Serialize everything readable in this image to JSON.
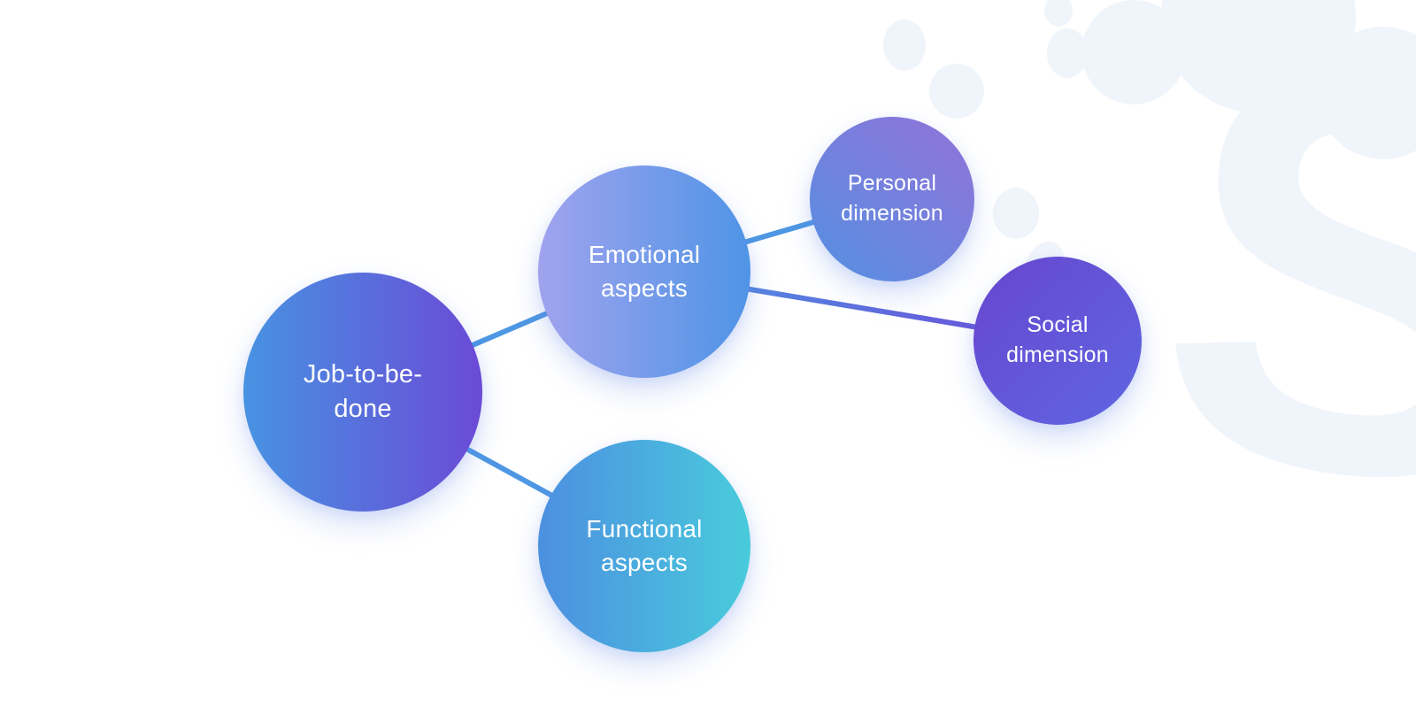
{
  "page": {
    "background": "#ffffff"
  },
  "diagram": {
    "type": "mindmap",
    "nodes": [
      {
        "id": "job-to-be-done",
        "label": "Job-to-be-\ndone",
        "gradient": {
          "angle": "90deg",
          "from": "#4793E2",
          "to": "#6B4AD6"
        }
      },
      {
        "id": "emotional-aspects",
        "label": "Emotional\naspects",
        "gradient": {
          "angle": "90deg",
          "from": "#A0A3EE",
          "to": "#4F94E6"
        }
      },
      {
        "id": "personal-dimension",
        "label": "Personal\ndimension",
        "gradient": {
          "angle": "40deg",
          "from": "#5490E2",
          "to": "#9372D8"
        }
      },
      {
        "id": "social-dimension",
        "label": "Social\ndimension",
        "gradient": {
          "angle": "135deg",
          "from": "#6746CF",
          "to": "#5F66E2"
        }
      },
      {
        "id": "functional-aspects",
        "label": "Functional\naspects",
        "gradient": {
          "angle": "90deg",
          "from": "#4C8FE0",
          "to": "#49CBDC"
        }
      }
    ],
    "edges": [
      {
        "from": "job-to-be-done",
        "to": "emotional-aspects"
      },
      {
        "from": "job-to-be-done",
        "to": "functional-aspects"
      },
      {
        "from": "emotional-aspects",
        "to": "personal-dimension"
      },
      {
        "from": "emotional-aspects",
        "to": "social-dimension"
      }
    ],
    "edge_color": "#4E97E3",
    "edge_gradient": {
      "from": "#4E97E3",
      "to": "#6C4BD8"
    }
  },
  "watermark": {
    "letter": "S",
    "color": "#F0F5FB"
  }
}
